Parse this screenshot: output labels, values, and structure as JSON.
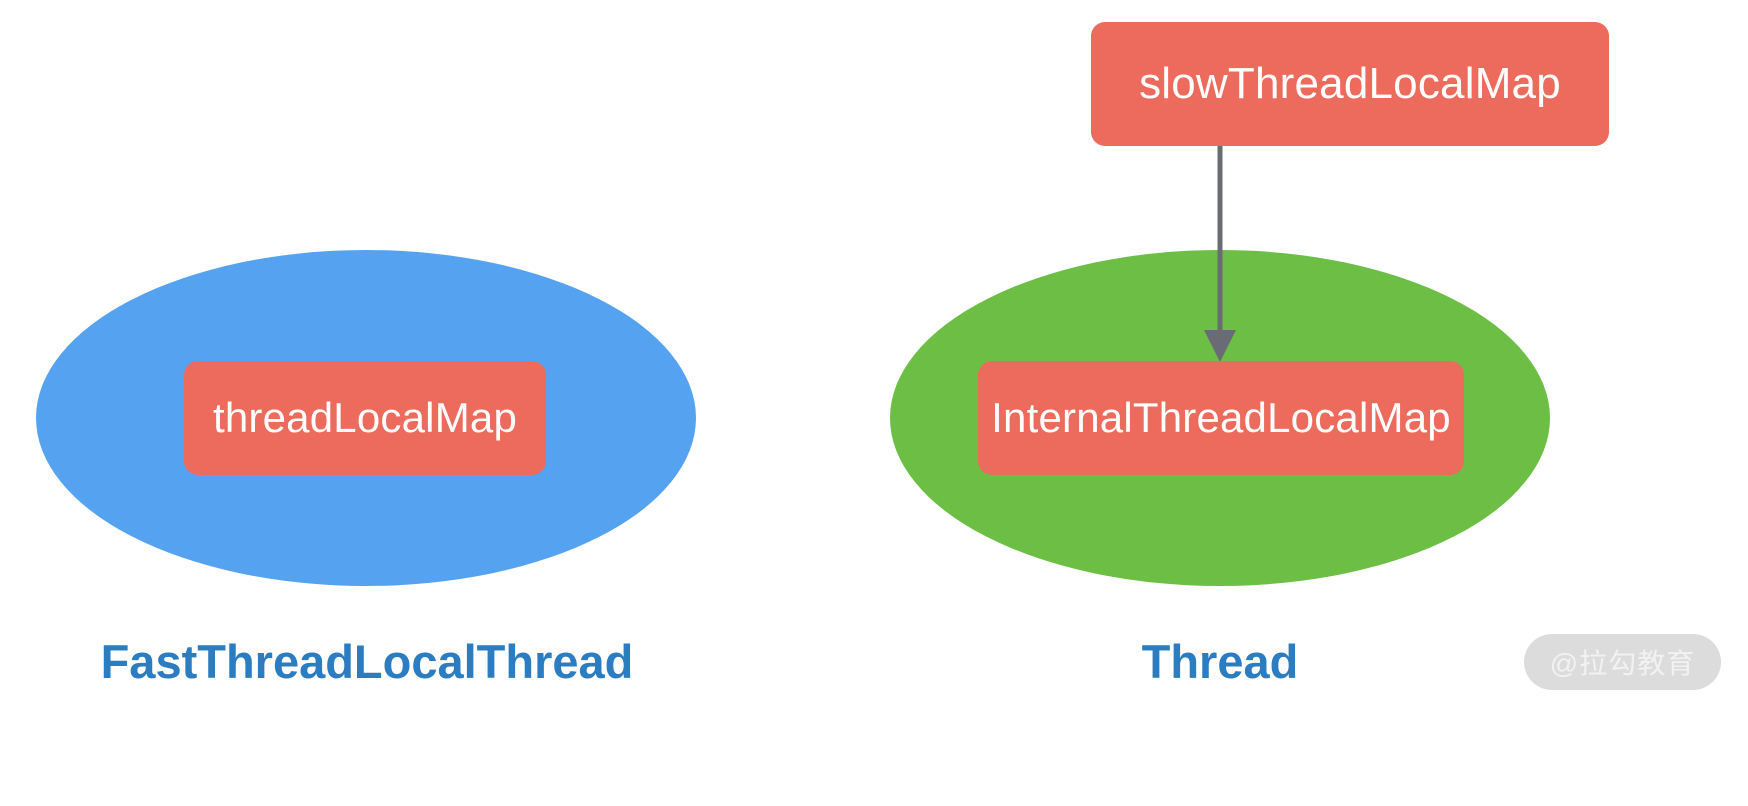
{
  "diagram": {
    "background_color": "#ffffff",
    "groups": [
      {
        "id": "fast-thread-local-thread",
        "caption": "FastThreadLocalThread",
        "caption_color": "#2b7cc0",
        "ellipse_color": "#55a3f0",
        "node": {
          "label": "threadLocalMap",
          "color": "#ec6b5c",
          "text_color": "#ffffff"
        }
      },
      {
        "id": "thread",
        "caption": "Thread",
        "caption_color": "#2b7cc0",
        "ellipse_color": "#6cbe45",
        "node": {
          "label": "InternalThreadLocalMap",
          "color": "#ec6b5c",
          "text_color": "#ffffff"
        }
      }
    ],
    "external_node": {
      "label": "slowThreadLocalMap",
      "color": "#ec6b5c",
      "text_color": "#ffffff"
    },
    "connector": {
      "from": "slowThreadLocalMap",
      "to": "InternalThreadLocalMap",
      "color": "#6b6b75",
      "arrow": "down-arrow",
      "style": "solid"
    },
    "watermark": {
      "text": "@拉勾教育",
      "pill_color": "#dcdcdc",
      "text_color": "#f2f2f2"
    }
  }
}
